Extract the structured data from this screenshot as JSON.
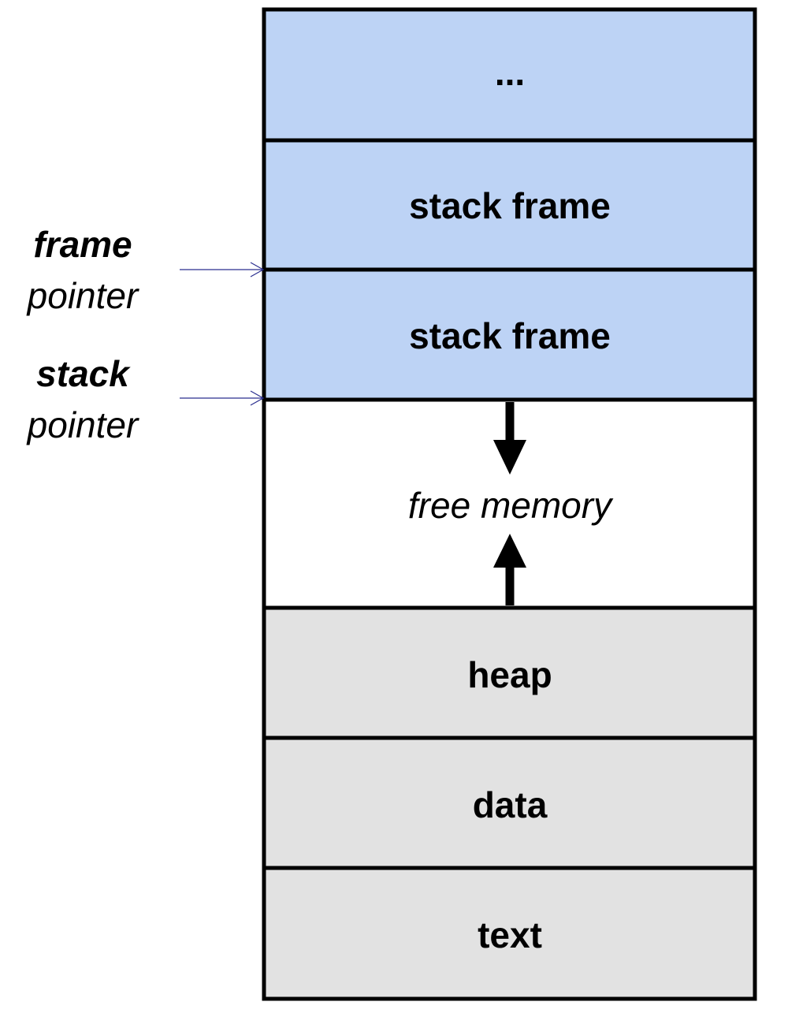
{
  "segments": {
    "ellipsis": "...",
    "stack_frame_upper": "stack frame",
    "stack_frame_lower": "stack frame",
    "free_memory": "free memory",
    "heap": "heap",
    "data": "data",
    "text": "text"
  },
  "pointers": {
    "frame_pointer": {
      "bold": "frame",
      "normal": "pointer"
    },
    "stack_pointer": {
      "bold": "stack",
      "normal": "pointer"
    }
  },
  "colors": {
    "stack": "#bdd3f5",
    "free": "#ffffff",
    "static": "#e2e2e2",
    "border": "#000000",
    "pointer_arrow": "#2b2f8f"
  }
}
